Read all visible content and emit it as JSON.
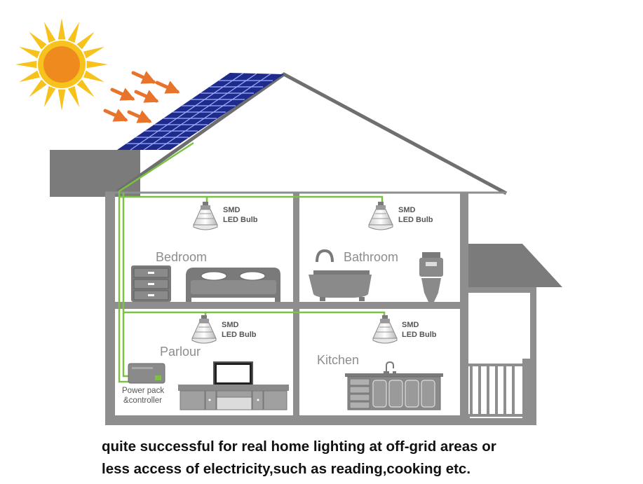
{
  "rooms": {
    "bedroom": "Bedroom",
    "bathroom": "Bathroom",
    "parlour": "Parlour",
    "kitchen": "Kitchen"
  },
  "bulb_label": {
    "line1": "SMD",
    "line2": "LED Bulb"
  },
  "power_pack": {
    "line1": "Power pack",
    "line2": "&controller"
  },
  "caption": {
    "line1": "quite successful for real home lighting at off-grid areas or",
    "line2": "less access of electricity,such as reading,cooking etc."
  },
  "colors": {
    "sun": "#f7c21b",
    "sun_core": "#ef8a1e",
    "arrow": "#e8742b",
    "solar_panel": "#1e2a8c",
    "wall": "#8e8e8e",
    "wire": "#7bc142",
    "roof_line": "#6f6f6f"
  },
  "icons": [
    "sun-icon",
    "solar-panel-icon",
    "led-bulb-icon",
    "bed-icon",
    "dresser-icon",
    "bathtub-icon",
    "toilet-icon",
    "tv-icon",
    "tv-cabinet-icon",
    "kitchen-cabinet-icon",
    "faucet-icon",
    "power-pack-icon",
    "railing-icon"
  ]
}
